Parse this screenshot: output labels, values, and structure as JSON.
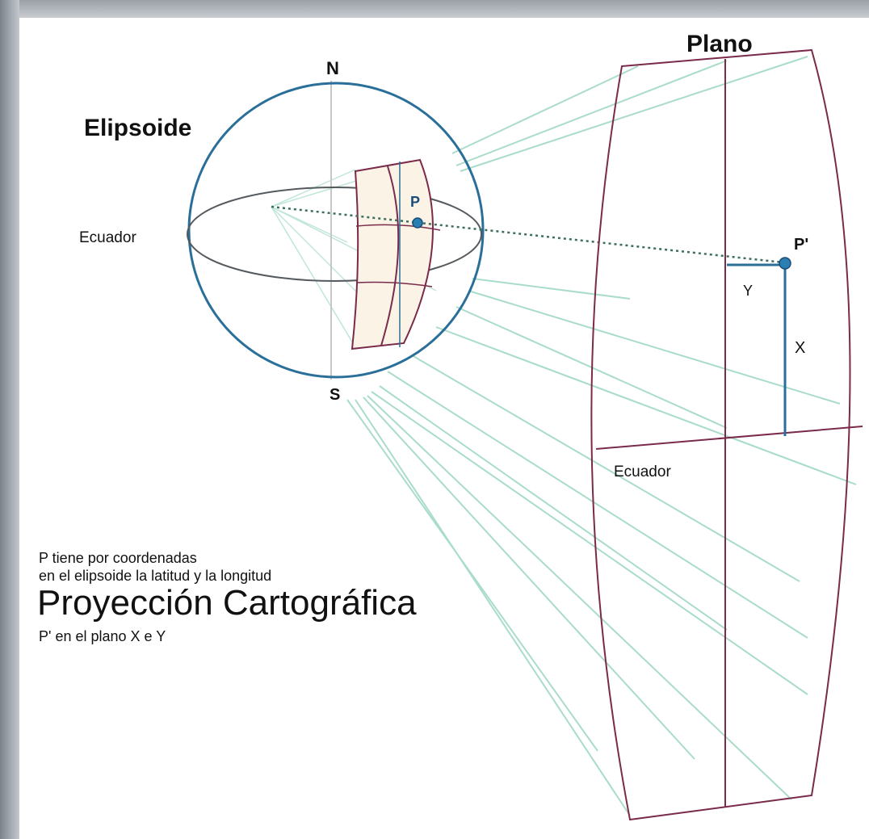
{
  "labels": {
    "north": "N",
    "south": "S",
    "ellipsoid": "Elipsoide",
    "equator_ellipsoid": "Ecuador",
    "plane": "Plano",
    "point": "P",
    "point_projected": "P'",
    "y": "Y",
    "x": "X",
    "equator_plane": "Ecuador"
  },
  "text": {
    "desc_line1": "P tiene por coordenadas",
    "desc_line2": "en el elipsoide la latitud y la longitud",
    "desc_projected": "P' en el plano X e Y",
    "title": "Proyección Cartográfica"
  },
  "colors": {
    "ellipsoid_outline": "#2a6f99",
    "plane_outline": "#7a2a4a",
    "projection_lines": "#9fd8c4",
    "point": "#2a7fb0",
    "text": "#111111"
  }
}
